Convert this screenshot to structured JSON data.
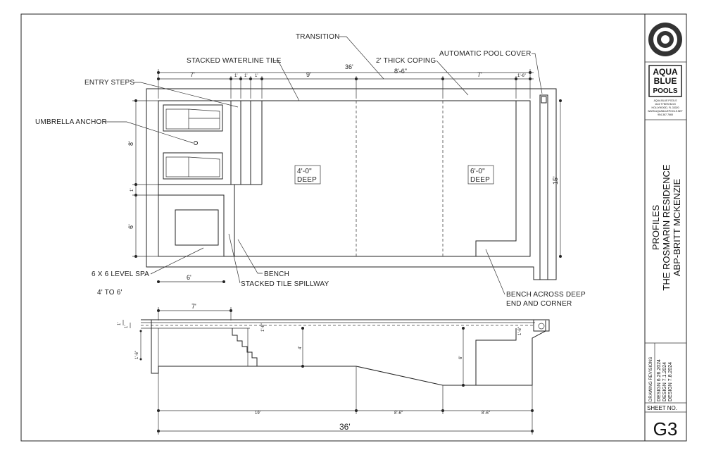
{
  "labels": {
    "transition": "TRANSITION",
    "stacked_waterline_tile": "STACKED WATERLINE TILE",
    "coping": "2' THICK COPING",
    "pool_cover": "AUTOMATIC POOL COVER",
    "entry_steps": "ENTRY STEPS",
    "umbrella_anchor": "UMBRELLA ANCHOR",
    "spa": "6 X 6 LEVEL SPA",
    "spa_depth": "4' TO 6'",
    "bench": "BENCH",
    "spillway": "STACKED TILE SPILLWAY",
    "bench_deep_1": "BENCH ACROSS DEEP",
    "bench_deep_2": "END AND CORNER"
  },
  "depths": {
    "shallow_1": "4'-0\"",
    "shallow_2": "DEEP",
    "deep_1": "6'-0\"",
    "deep_2": "DEEP"
  },
  "dimensions": {
    "top_total": "36'",
    "top_7a": "7'",
    "top_1a": "1'",
    "top_1b": "1'",
    "top_1c": "1'",
    "top_9": "9'",
    "top_8_6": "8'-6\"",
    "top_7b": "7'",
    "top_1_6": "1'-6\"",
    "left_8": "8'",
    "left_1": "1'",
    "left_6": "6'",
    "right_15": "15'",
    "spa_width": "6'",
    "profile_7": "7'",
    "profile_total": "36'",
    "profile_19": "19'",
    "profile_8_6a": "8'-6\"",
    "profile_8_6b": "8'-6\"",
    "profile_4": "4'",
    "profile_6": "6'",
    "profile_1_6a": "1'-6\"",
    "profile_1_6b": "1'-6\"",
    "profile_ht1": "1'",
    "profile_ht2": "1'",
    "profile_ht3": "1'-6\""
  },
  "title_block": {
    "company_name_1": "AQUA",
    "company_name_2": "BLUE",
    "company_name_3": "POOLS",
    "company_info_1": "AQUA BLUE POOLS",
    "company_info_2": "1116 TYNES BLVD",
    "company_info_3": "HOLLYWOOD, FL 33020",
    "company_info_4": "WWW.AQUABLUEPOOLS.NET",
    "company_info_5": "954-367-7665",
    "title_1": "PROFILES",
    "title_2": "THE ROSMARIN RESIDENCE",
    "title_3": "ABP-BRITT MCKENZIE",
    "revisions_header": "DRAWING REVISIONS",
    "revision_1": "DESIGN 6.26.2024",
    "revision_2": "DESIGN 7.1.2024",
    "revision_3": "DESIGN 7.8.2024",
    "sheet_label": "SHEET NO.",
    "sheet_number": "G3"
  },
  "colors": {
    "ink": "#222222",
    "background": "#ffffff"
  }
}
